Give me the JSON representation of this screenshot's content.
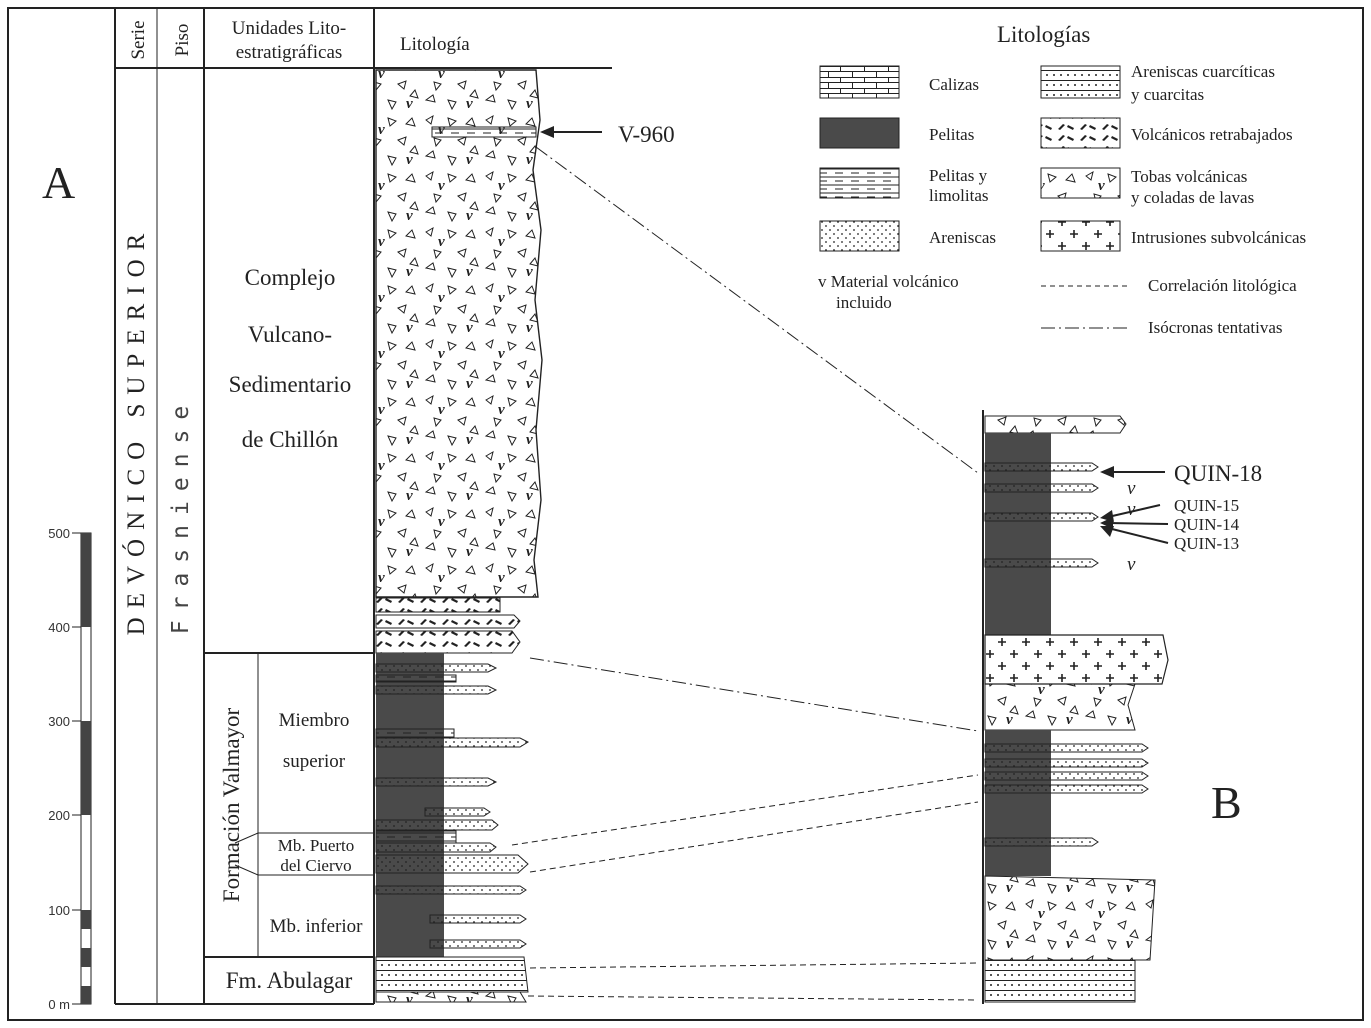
{
  "panel_a": "A",
  "panel_b": "B",
  "headers": {
    "serie": "Serie",
    "piso": "Piso",
    "unidades_1": "Unidades Lito-",
    "unidades_2": "estratigráficas",
    "litologia": "Litología"
  },
  "serie_label": "DEVÓNICO SUPERIOR",
  "piso_label": "Frasniense",
  "units": {
    "complejo_1": "Complejo",
    "complejo_2": "Vulcano-",
    "complejo_3": "Sedimentario",
    "complejo_4": "de Chillón",
    "valmayor": "Formación Valmayor",
    "miembro_sup_1": "Miembro",
    "miembro_sup_2": "superior",
    "puerto_1": "Mb. Puerto",
    "puerto_2": "del Ciervo",
    "inferior": "Mb. inferior",
    "abulagar": "Fm. Abulagar"
  },
  "scale_bar": {
    "ticks": [
      "500",
      "400",
      "300",
      "200",
      "100",
      "0 m"
    ]
  },
  "samples": {
    "v960": "V-960",
    "quin18": "QUIN-18",
    "quin15": "QUIN-15",
    "quin14": "QUIN-14",
    "quin13": "QUIN-13"
  },
  "legend": {
    "title": "Litologías",
    "calizas": "Calizas",
    "pelitas": "Pelitas",
    "pelitas_lim_1": "Pelitas y",
    "pelitas_lim_2": "limolitas",
    "areniscas": "Areniscas",
    "material_1": "v  Material volcánico",
    "material_2": "incluido",
    "cuarc_1": "Areniscas cuarcíticas",
    "cuarc_2": "y cuarcitas",
    "volc_retr": "Volcánicos retrabajados",
    "tobas_1": "Tobas volcánicas",
    "tobas_2": "y coladas de lavas",
    "intrusiones": "Intrusiones subvolcánicas",
    "correlacion": "Correlación litológica",
    "isocronas": "Isócronas tentativas"
  },
  "colors": {
    "pelitas": "#4a4a4a",
    "ink": "#222222"
  }
}
